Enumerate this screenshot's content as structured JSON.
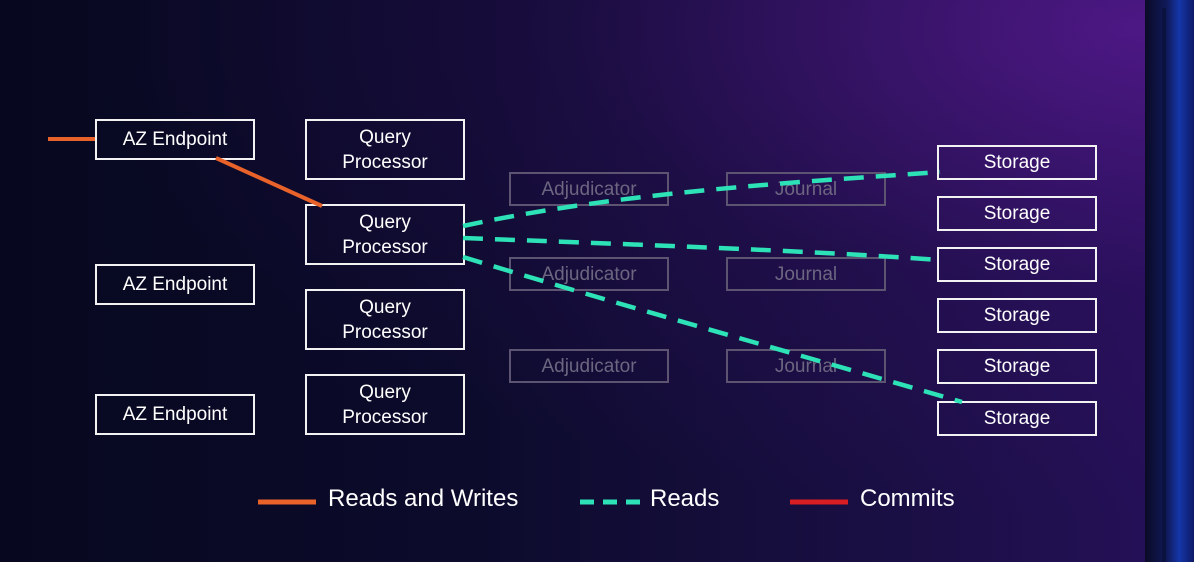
{
  "nodes": {
    "az_endpoints": [
      "AZ Endpoint",
      "AZ Endpoint",
      "AZ Endpoint"
    ],
    "query_processors": [
      "Query\nProcessor",
      "Query\nProcessor",
      "Query\nProcessor",
      "Query\nProcessor"
    ],
    "adjudicators": [
      "Adjudicator",
      "Adjudicator",
      "Adjudicator"
    ],
    "journals": [
      "Journal",
      "Journal",
      "Journal"
    ],
    "storage": [
      "Storage",
      "Storage",
      "Storage",
      "Storage",
      "Storage",
      "Storage"
    ]
  },
  "legend": [
    {
      "label": "Reads and Writes",
      "color": "#e8622a",
      "style": "solid"
    },
    {
      "label": "Reads",
      "color": "#2de2b6",
      "style": "dashed"
    },
    {
      "label": "Commits",
      "color": "#d81e22",
      "style": "solid"
    }
  ],
  "colors": {
    "reads_and_writes": "#e8622a",
    "reads": "#2de2b6",
    "commits": "#d81e22",
    "box_border": "#f2f2f2",
    "faded_box": "#5c5470"
  }
}
